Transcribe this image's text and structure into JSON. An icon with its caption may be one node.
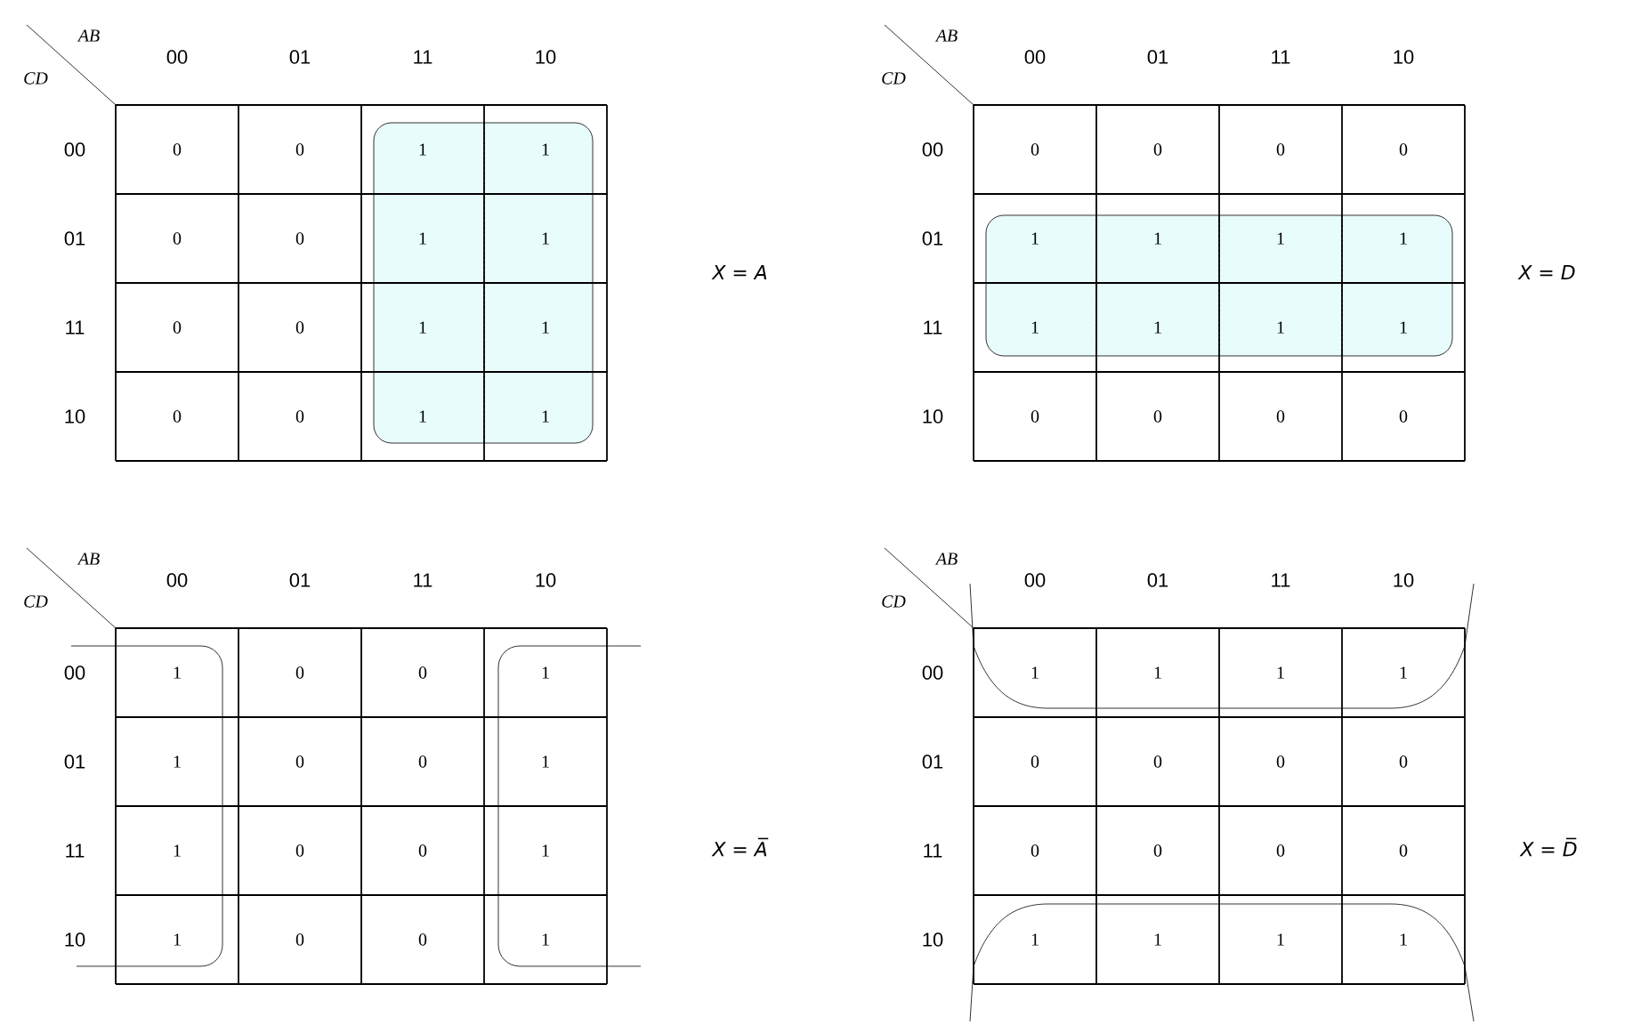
{
  "diagram": {
    "labels": [
      "AB",
      "CD",
      "00",
      "01",
      "11",
      "10",
      "00",
      "0",
      "0",
      "1",
      "1",
      "01",
      "0",
      "0",
      "1",
      "1",
      "11",
      "0",
      "0",
      "1",
      "1",
      "10",
      "0",
      "0",
      "1",
      "1",
      "X = A",
      "AB",
      "CD",
      "00",
      "01",
      "11",
      "10",
      "00",
      "0",
      "0",
      "0",
      "0",
      "01",
      "1",
      "1",
      "1",
      "1",
      "11",
      "1",
      "1",
      "1",
      "1",
      "10",
      "0",
      "0",
      "0",
      "0",
      "X = D",
      "AB",
      "CD",
      "00",
      "01",
      "11",
      "10",
      "00",
      "1",
      "0",
      "0",
      "1",
      "01",
      "1",
      "0",
      "0",
      "1",
      "11",
      "1",
      "0",
      "0",
      "1",
      "10",
      "1",
      "0",
      "0",
      "1",
      "X = A̅",
      "AB",
      "CD",
      "00",
      "01",
      "11",
      "10",
      "00",
      "1",
      "1",
      "1",
      "1",
      "01",
      "0",
      "0",
      "0",
      "0",
      "11",
      "0",
      "0",
      "0",
      "0",
      "10",
      "1",
      "1",
      "1",
      "1",
      "X = D̅"
    ]
  }
}
